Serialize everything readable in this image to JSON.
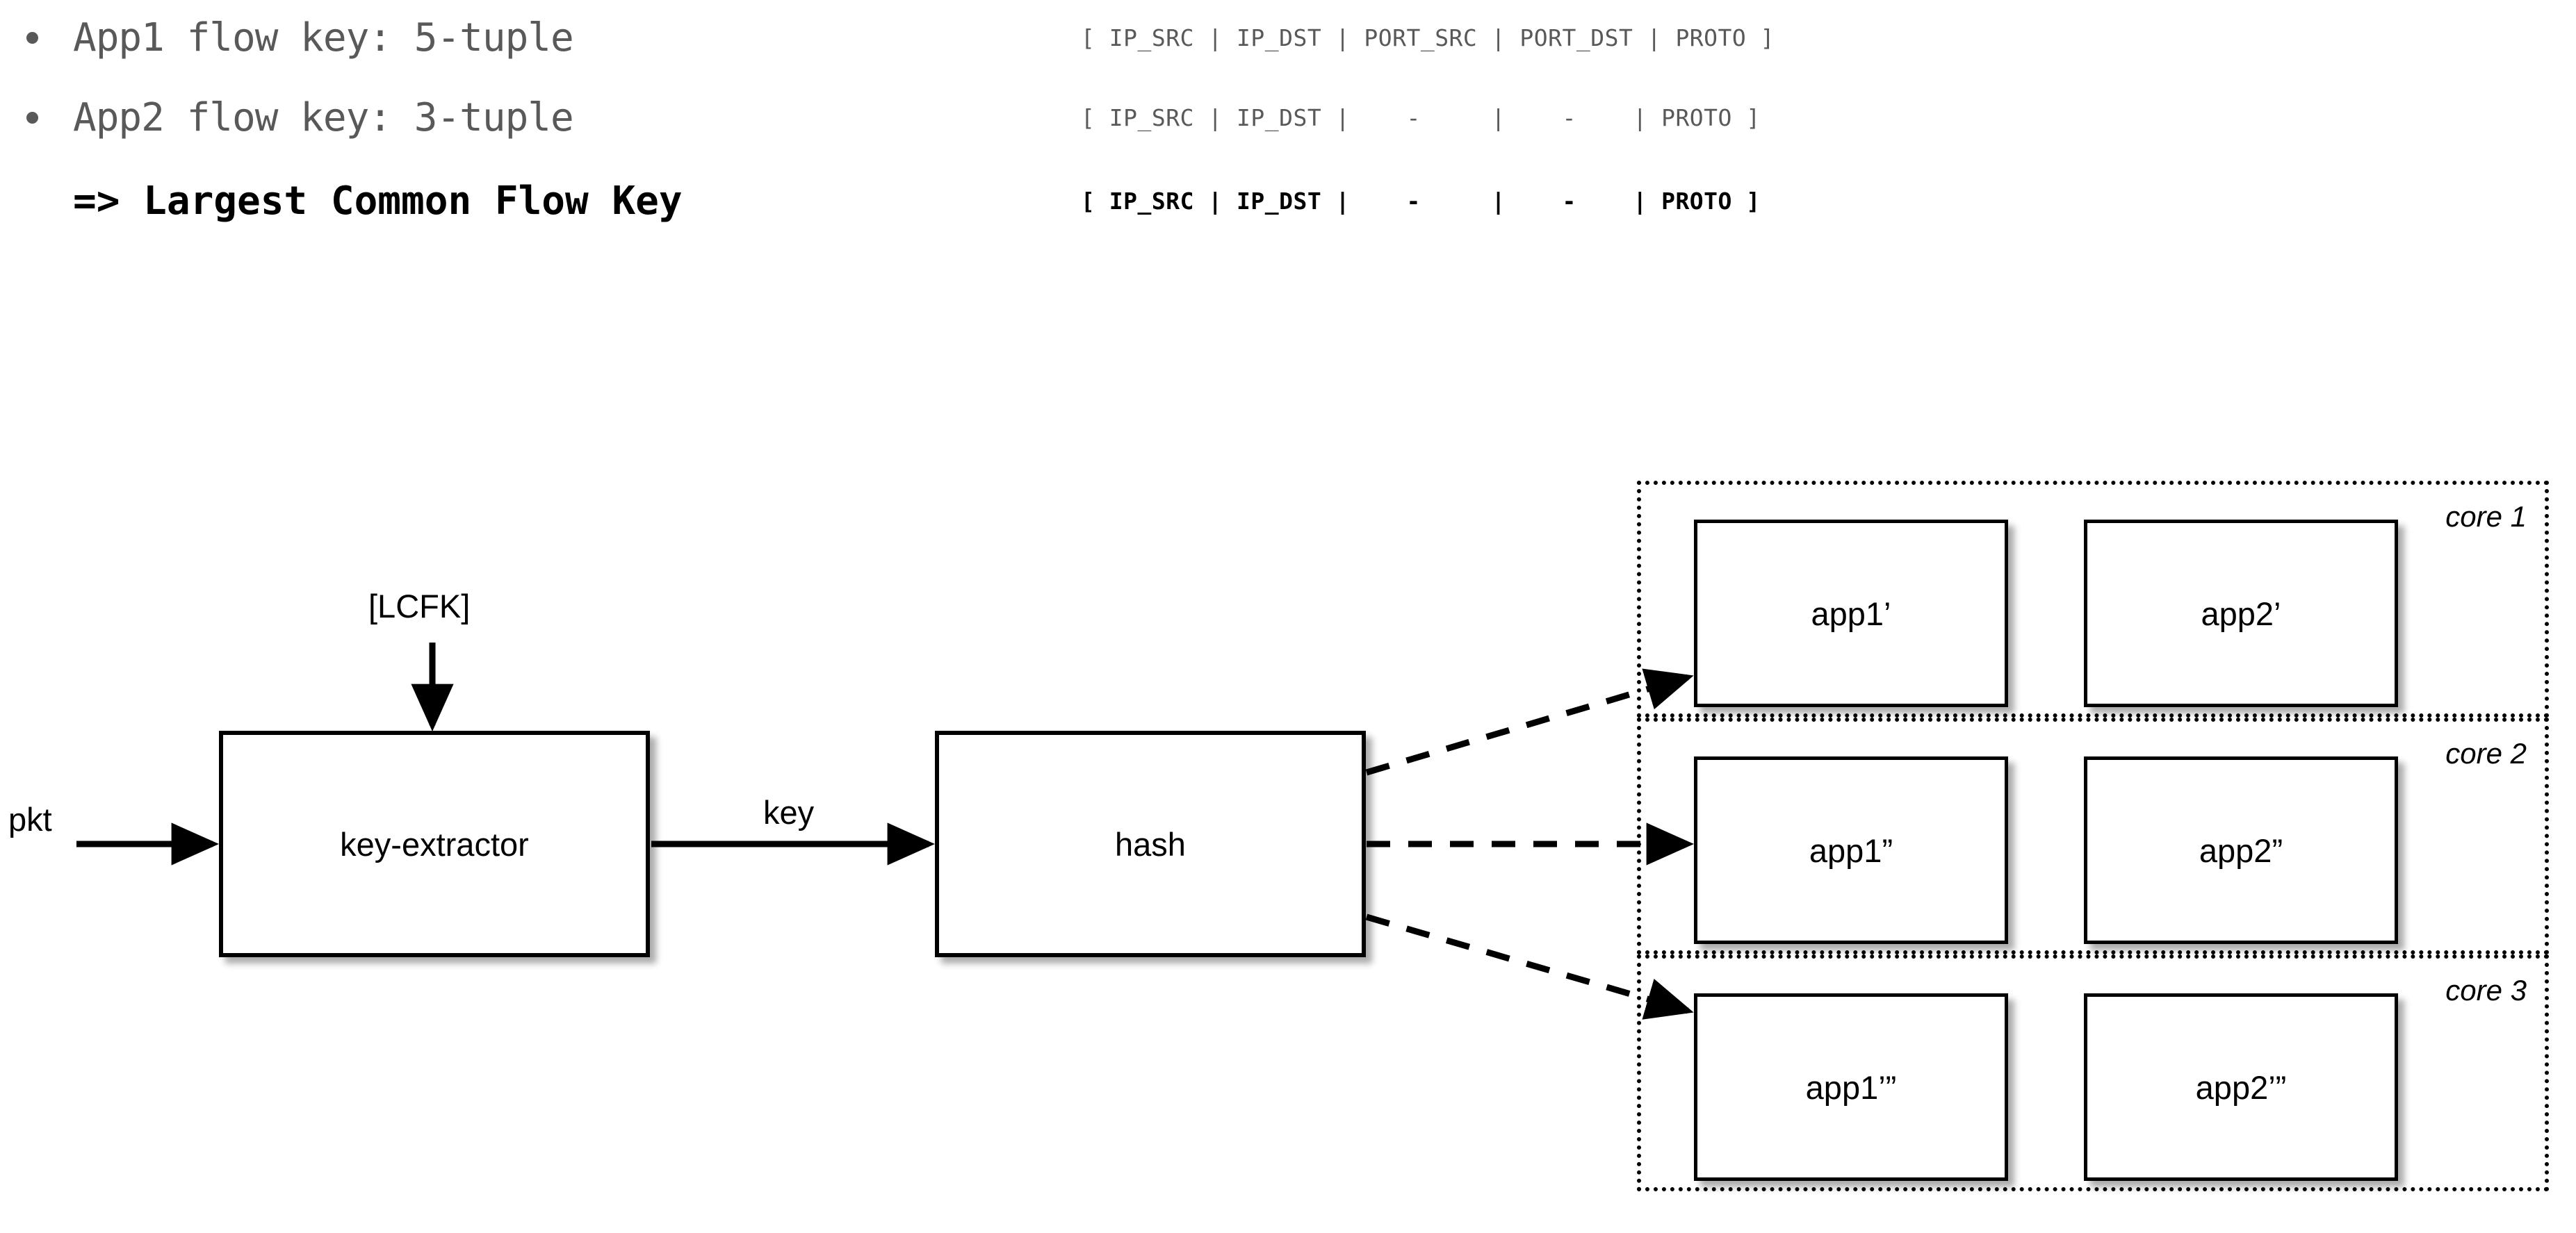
{
  "bullets": [
    {
      "label": "App1 flow key: 5-tuple",
      "tuple": "[ IP_SRC | IP_DST | PORT_SRC | PORT_DST | PROTO ]",
      "marker": "bullet-dot"
    },
    {
      "label": "App2 flow key: 3-tuple",
      "tuple": "[ IP_SRC | IP_DST |    -     |    -    | PROTO ]",
      "marker": "bullet-dot"
    },
    {
      "label": "=> Largest Common Flow Key",
      "tuple": "[ IP_SRC | IP_DST |    -     |    -    | PROTO ]",
      "marker": "none"
    }
  ],
  "diagram": {
    "inputs": {
      "pkt_label": "pkt",
      "lcfk_label": "[LCFK]",
      "key_label": "key"
    },
    "stages": [
      {
        "id": "key-extractor",
        "label": "key-extractor"
      },
      {
        "id": "hash",
        "label": "hash"
      }
    ],
    "cores": [
      {
        "label": "core 1",
        "apps": [
          "app1’",
          "app2’"
        ]
      },
      {
        "label": "core 2",
        "apps": [
          "app1”",
          "app2”"
        ]
      },
      {
        "label": "core 3",
        "apps": [
          "app1’”",
          "app2’”"
        ]
      }
    ]
  },
  "colors": {
    "text_gray": "#595959",
    "text_black": "#000000",
    "background": "#ffffff"
  }
}
